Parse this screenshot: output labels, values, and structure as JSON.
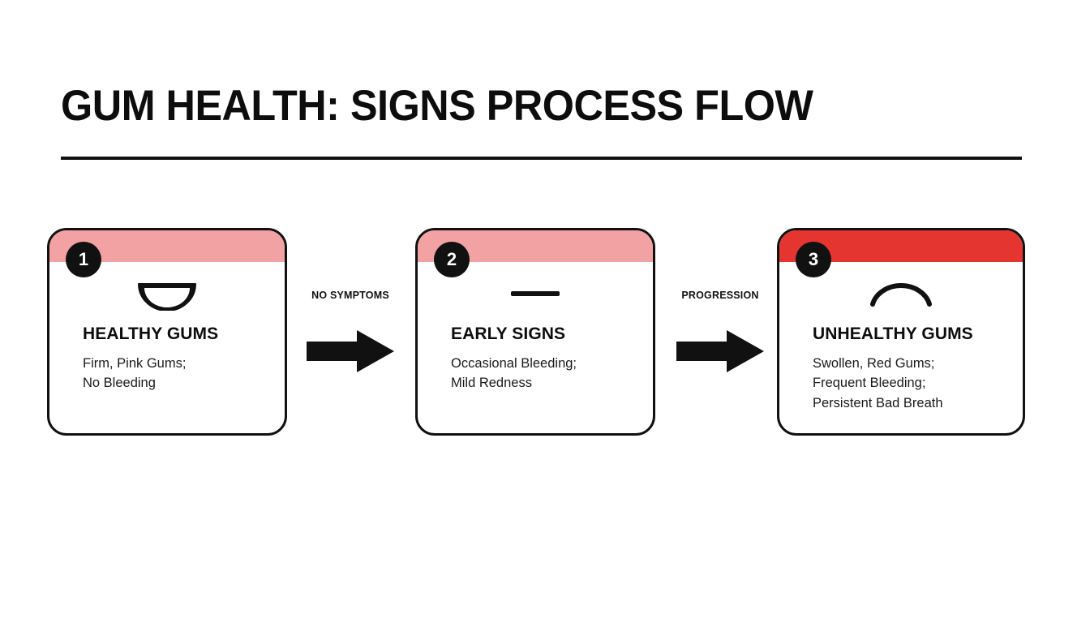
{
  "page": {
    "title": "GUM HEALTH: SIGNS PROCESS FLOW",
    "background_color": "#ffffff",
    "rule_color": "#111111"
  },
  "flow": {
    "steps": [
      {
        "number": "1",
        "title": "HEALTHY GUMS",
        "description_lines": [
          "Firm, Pink Gums;",
          "No Bleeding"
        ],
        "band_color": "#f2a2a3",
        "icon": "smile-mouth-icon"
      },
      {
        "number": "2",
        "title": "EARLY SIGNS",
        "description_lines": [
          "Occasional Bleeding;",
          "Mild Redness"
        ],
        "band_color": "#f2a2a3",
        "icon": "neutral-mouth-icon"
      },
      {
        "number": "3",
        "title": "UNHEALTHY GUMS",
        "description_lines": [
          "Swollen, Red Gums;",
          "Frequent Bleeding;",
          "Persistent Bad Breath"
        ],
        "band_color": "#e43530",
        "icon": "frown-mouth-icon"
      }
    ],
    "connectors": [
      {
        "label": "NO SYMPTOMS",
        "icon": "arrow-right-icon"
      },
      {
        "label": "PROGRESSION",
        "icon": "arrow-right-icon"
      }
    ]
  }
}
